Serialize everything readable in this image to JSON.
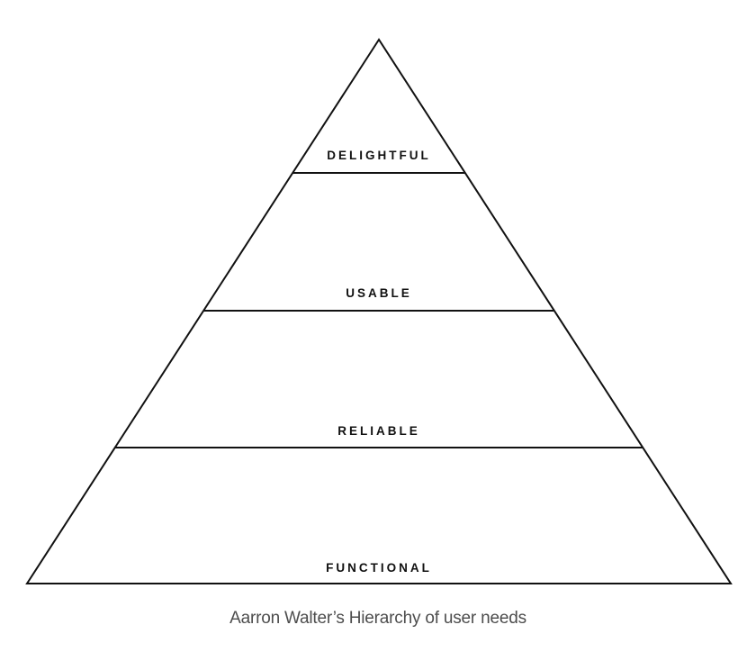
{
  "diagram": {
    "tiers": [
      {
        "label": "DELIGHTFUL"
      },
      {
        "label": "USABLE"
      },
      {
        "label": "RELIABLE"
      },
      {
        "label": "FUNCTIONAL"
      }
    ],
    "caption": "Aarron Walter’s Hierarchy of user needs"
  },
  "colors": {
    "stroke": "#111111",
    "label": "#111111",
    "caption": "#4d4d4d",
    "background": "#ffffff"
  }
}
